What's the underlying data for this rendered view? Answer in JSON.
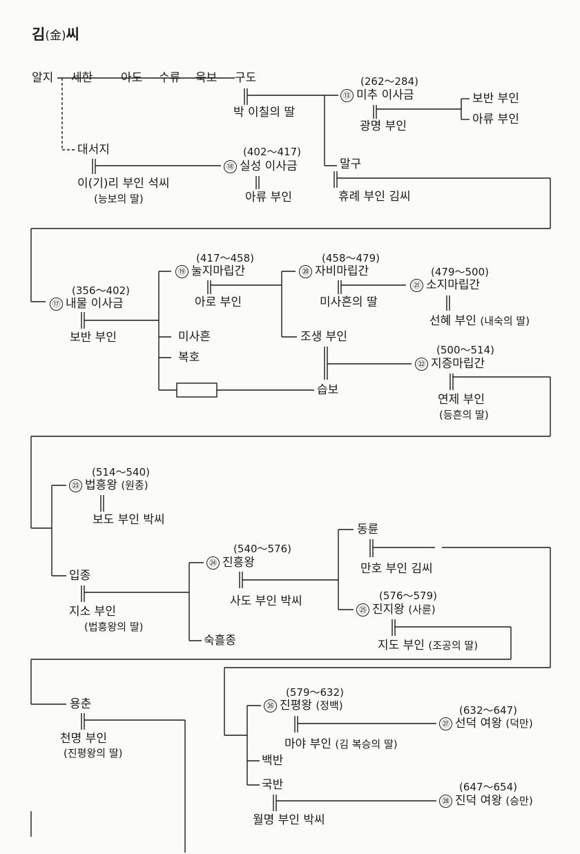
{
  "title": {
    "surname": "김",
    "hanja": "(金)",
    "suffix": "씨"
  },
  "row1": {
    "alji": "알지",
    "sehan": "세한",
    "ado": "아도",
    "suryu": "수류",
    "ukbo": "욱보",
    "gudo": "구도",
    "gudo_wife": "박 이칠의 딸",
    "michu": {
      "years": "(262～284)",
      "num": "⑬",
      "name": "미추 이사금"
    },
    "michu_wife": "광명 부인",
    "michu_wives": [
      "보반 부인",
      "아류 부인"
    ],
    "daeseoji": "대서지",
    "daeseoji_wife": "이(기)리 부인 석씨",
    "daeseoji_wife_note": "(능보의 딸)",
    "silseong": {
      "years": "(402～417)",
      "num": "⑱",
      "name": "실성 이사금"
    },
    "silseong_wife": "아류 부인",
    "malgu": "말구",
    "malgu_wife": "휴례 부인 김씨"
  },
  "row2": {
    "naemul": {
      "years": "(356～402)",
      "num": "⑰",
      "name": "내물 이사금"
    },
    "naemul_wife": "보반 부인",
    "nulji": {
      "years": "(417～458)",
      "num": "⑲",
      "name": "눌지마립간"
    },
    "nulji_wife": "아로 부인",
    "misaheun": "미사흔",
    "bokho": "복호",
    "jabi": {
      "years": "(458～479)",
      "num": "⑳",
      "name": "자비마립간"
    },
    "jabi_wife": "미사흔의 딸",
    "soji": {
      "years": "(479～500)",
      "num": "㉑",
      "name": "소지마립간"
    },
    "soji_wife": "선혜 부인",
    "soji_wife_note": "(내숙의 딸)",
    "josaeng": "조생 부인",
    "seupbo": "습보",
    "jijeung": {
      "years": "(500～514)",
      "num": "㉒",
      "name": "지증마립간"
    },
    "jijeung_wife": "연제 부인",
    "jijeung_wife_note": "(등흔의 딸)"
  },
  "row3": {
    "beopheung": {
      "years": "(514～540)",
      "num": "㉓",
      "name": "법흥왕",
      "note": "(원종)"
    },
    "beopheung_wife": "보도 부인 박씨",
    "ipjong": "입종",
    "ipjong_wife": "지소 부인",
    "ipjong_wife_note": "(법흥왕의 딸)",
    "jinheung": {
      "years": "(540～576)",
      "num": "㉔",
      "name": "진흥왕"
    },
    "jinheung_wife": "사도 부인 박씨",
    "sukheuljong": "숙흘종",
    "dongryun": "동륜",
    "dongryun_wife": "만호 부인 김씨",
    "jinji": {
      "years": "(576～579)",
      "num": "㉕",
      "name": "진지왕",
      "note": "(사륜)"
    },
    "jinji_wife": "지도 부인",
    "jinji_wife_note": "(조공의 딸)"
  },
  "row4": {
    "yongchun": "용춘",
    "yongchun_wife": "천명 부인",
    "yongchun_wife_note": "(진평왕의 딸)",
    "jinpyeong": {
      "years": "(579～632)",
      "num": "㉖",
      "name": "진평왕",
      "note": "(정백)"
    },
    "jinpyeong_wife": "마야 부인",
    "jinpyeong_wife_note": "(김 복승의 딸)",
    "seondeok": {
      "years": "(632～647)",
      "num": "㉗",
      "name": "선덕 여왕",
      "note": "(덕만)"
    },
    "baekban": "백반",
    "gukban": "국반",
    "gukban_wife": "월명 부인 박씨",
    "jindeok": {
      "years": "(647～654)",
      "num": "㉘",
      "name": "진덕 여왕",
      "note": "(승만)"
    }
  }
}
